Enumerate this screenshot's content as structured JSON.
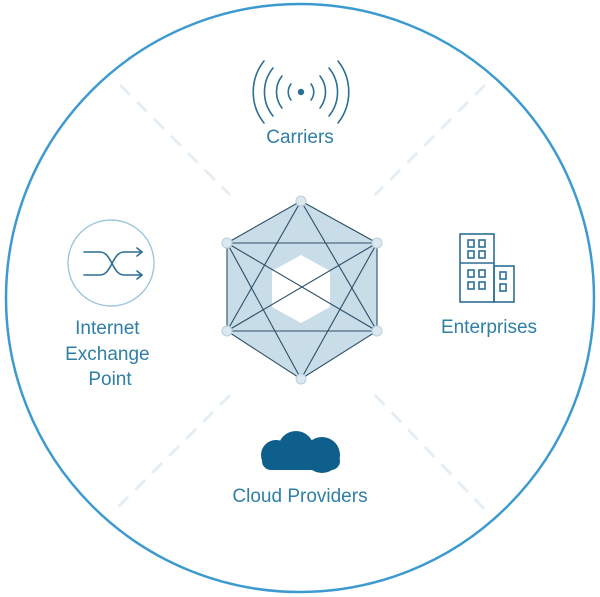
{
  "colors": {
    "ring": "#3d9ad1",
    "text": "#2f7fa6",
    "icon": "#2c6f94",
    "cloud": "#0f5f8c",
    "hub_fill": "#c9dde9",
    "hub_line": "#2c4f66",
    "dash": "#e4eff5"
  },
  "segments": {
    "carriers": {
      "label": "Carriers",
      "icon": "wifi-signal-icon"
    },
    "enterprises": {
      "label": "Enterprises",
      "icon": "buildings-icon"
    },
    "cloud": {
      "label": "Cloud Providers",
      "icon": "cloud-icon"
    },
    "ixp": {
      "label_lines": [
        "Internet",
        "Exchange",
        "Point"
      ],
      "icon": "shuffle-arrows-icon"
    }
  },
  "hub": {
    "icon": "network-hexagon-icon"
  }
}
